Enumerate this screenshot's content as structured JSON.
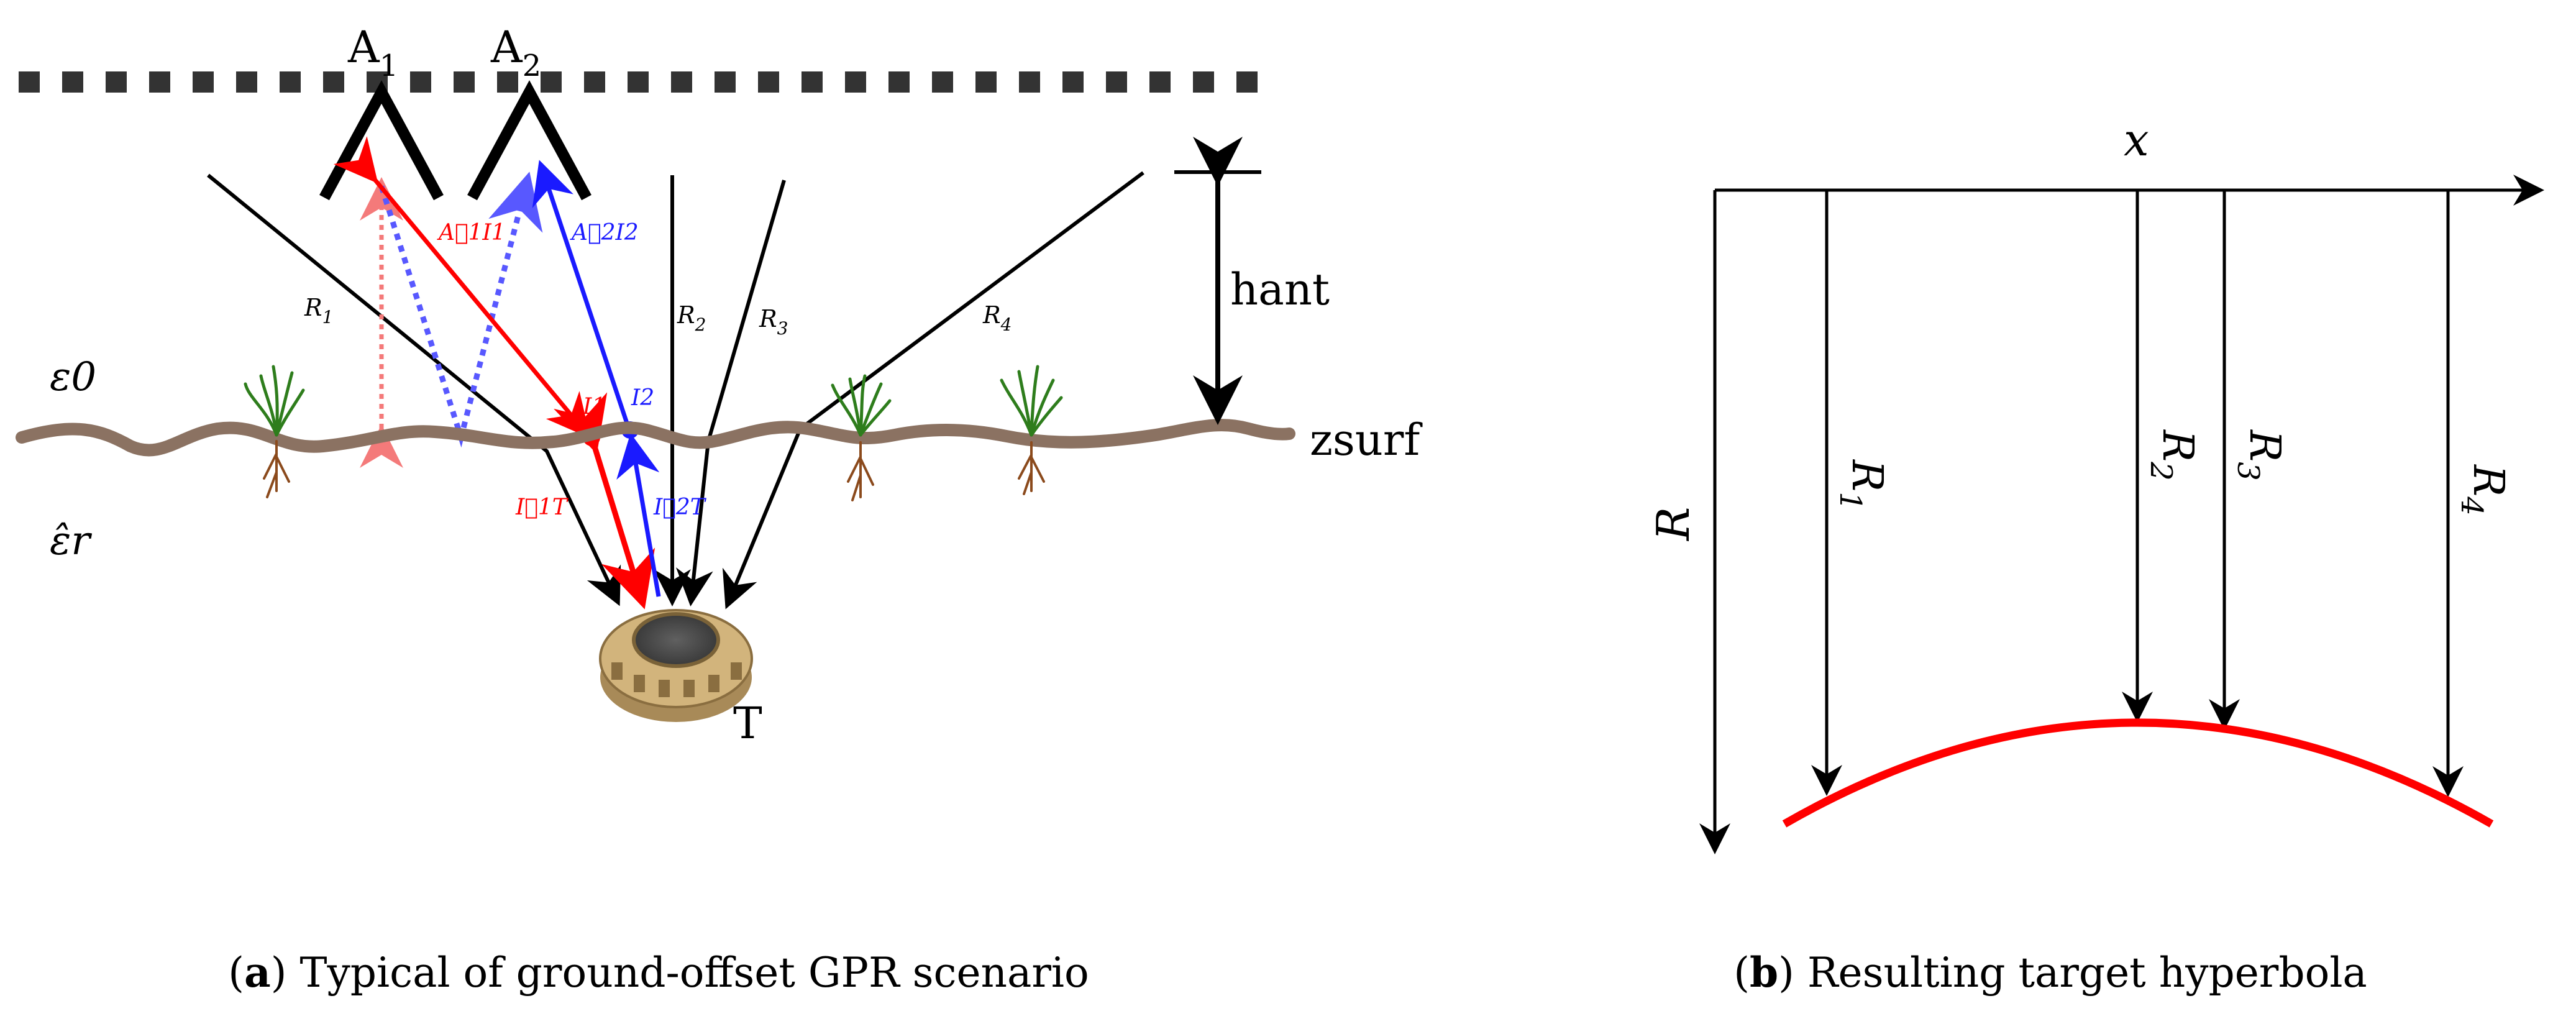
{
  "panel_a": {
    "antenna_labels": [
      "A",
      "A"
    ],
    "antenna_subscripts": [
      "1",
      "2"
    ],
    "range_labels": [
      "R",
      "R",
      "R",
      "R"
    ],
    "range_subscripts": [
      "1",
      "2",
      "3",
      "4"
    ],
    "ray_labels": {
      "a1i1": "A⃗1I1",
      "a2i2": "A⃗2I2",
      "i1t": "I⃗1T",
      "i2t": "I⃗2T"
    },
    "interface_points": [
      "I1",
      "I2"
    ],
    "eps0": "ε0",
    "eps_r": "ε̂r",
    "h_ant": "hant",
    "z_surf": "zsurf",
    "target": "T",
    "colors": {
      "red": "#ff0000",
      "blue": "#1a1aff",
      "soil": "#8b7262",
      "grass": "#2e7d1c",
      "root": "#8b4a1c"
    }
  },
  "panel_b": {
    "x_axis": "x",
    "y_axis": "R",
    "range_labels": [
      "R",
      "R",
      "R",
      "R"
    ],
    "range_subscripts": [
      "1",
      "2",
      "3",
      "4"
    ],
    "curve_color": "#ff0000"
  },
  "captions": {
    "a_tag": "a",
    "a_text": " Typical of ground-offset GPR scenario",
    "b_tag": "b",
    "b_text": " Resulting target hyperbola"
  }
}
